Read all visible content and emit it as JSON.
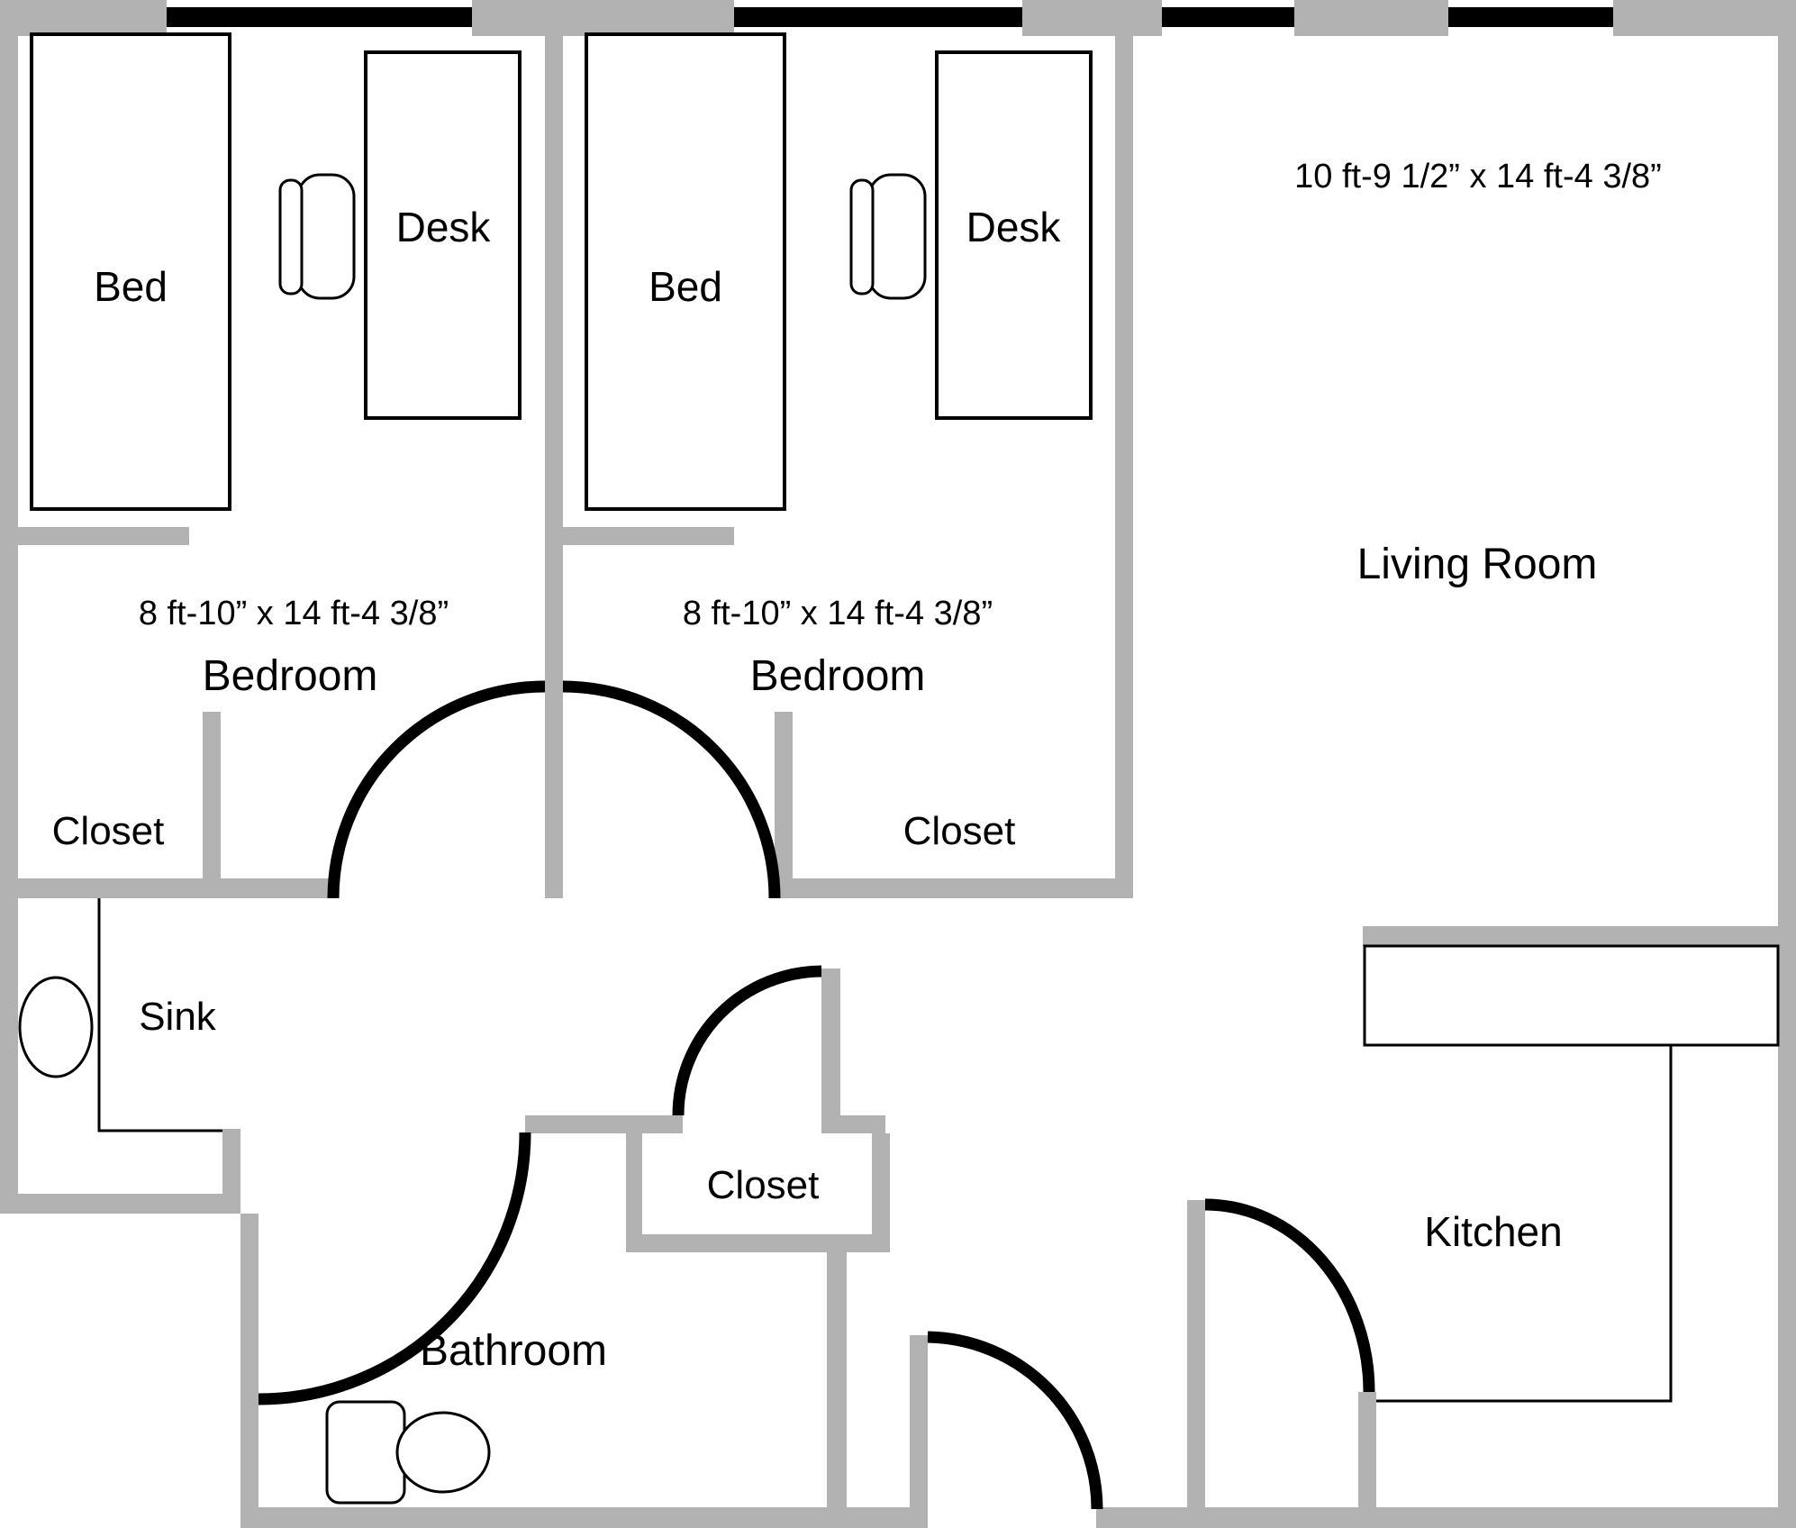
{
  "colors": {
    "wall": "#b2b2b2",
    "window_bar": "#000000",
    "line": "#000000",
    "background": "#ffffff"
  },
  "rooms": {
    "bedroom_1": {
      "name": "Bedroom",
      "dimensions": "8 ft-10” x 14 ft-4 3/8”",
      "bed": "Bed",
      "desk": "Desk",
      "closet": "Closet"
    },
    "bedroom_2": {
      "name": "Bedroom",
      "dimensions": "8 ft-10” x 14 ft-4 3/8”",
      "bed": "Bed",
      "desk": "Desk",
      "closet": "Closet"
    },
    "living_room": {
      "name": "Living Room",
      "dimensions": "10 ft-9 1/2” x 14 ft-4 3/8”"
    },
    "kitchen": {
      "name": "Kitchen"
    },
    "bathroom": {
      "name": "Bathroom",
      "sink": "Sink"
    },
    "hall_closet": {
      "name": "Closet"
    }
  }
}
